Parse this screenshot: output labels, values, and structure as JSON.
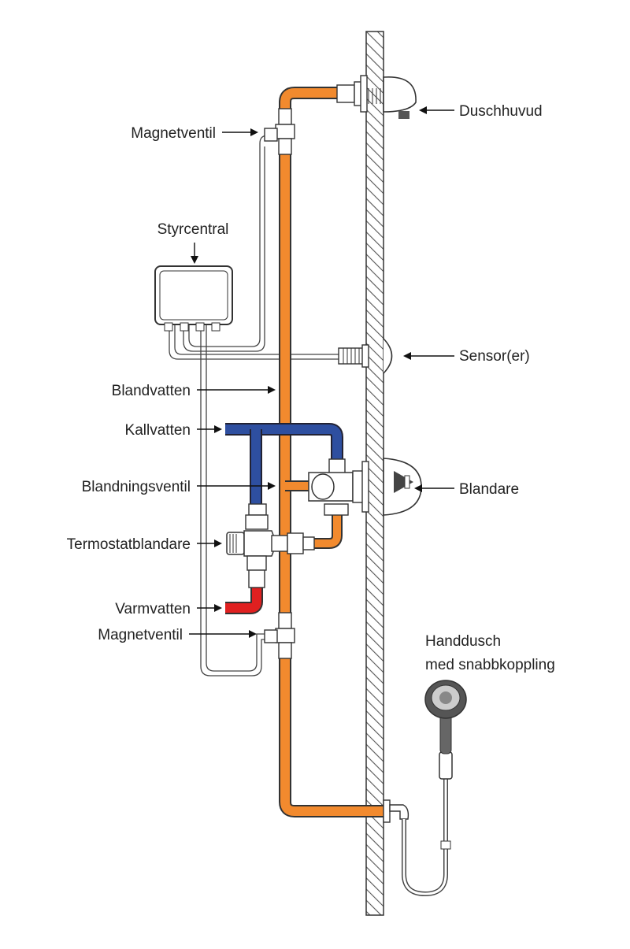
{
  "labels": {
    "magnetventil_top": "Magnetventil",
    "duschhuvud": "Duschhuvud",
    "styrcentral": "Styrcentral",
    "sensor": "Sensor(er)",
    "blandvatten": "Blandvatten",
    "kallvatten": "Kallvatten",
    "blandningsventil": "Blandningsventil",
    "blandare": "Blandare",
    "termostatblandare": "Termostatblandare",
    "varmvatten": "Varmvatten",
    "magnetventil_bottom": "Magnetventil",
    "handdusch_line1": "Handdusch",
    "handdusch_line2": "med snabbkoppling"
  },
  "colors": {
    "mixed_water": "#F28A2E",
    "cold_water": "#2E4FA0",
    "hot_water": "#E02020",
    "wall_hatch": "#555555"
  }
}
